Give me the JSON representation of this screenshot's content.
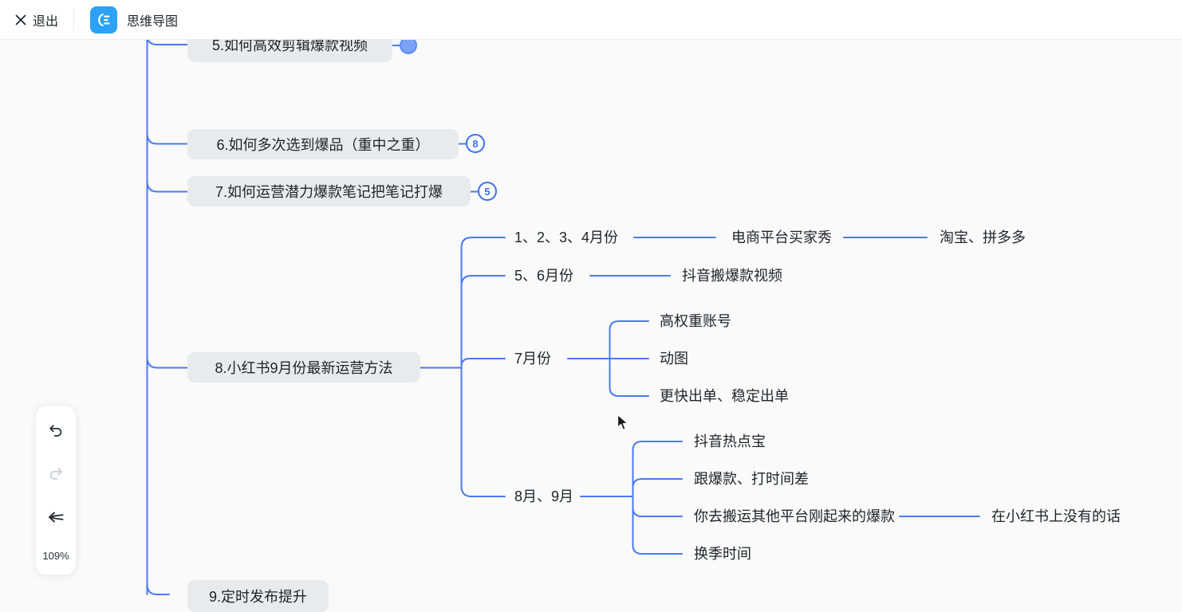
{
  "header": {
    "exit_label": "退出",
    "app_title": "思维导图"
  },
  "controls": {
    "zoom_level": "109%"
  },
  "colors": {
    "connector_blue": "#4a7af2",
    "badge_blue": "#3a6ef0",
    "app_icon_blue": "#2ba1f7",
    "node_bg_gray": "#e9eaec",
    "text_dark": "#1f2329"
  },
  "nodes": {
    "n5": {
      "label": "5.如何高效剪辑爆款视频"
    },
    "n6": {
      "label": "6.如何多次选到爆品（重中之重）",
      "badge": "8"
    },
    "n7": {
      "label": "7.如何运营潜力爆款笔记把笔记打爆",
      "badge": "5"
    },
    "n8": {
      "label": "8.小红书9月份最新运营方法"
    },
    "n9": {
      "label": "9.定时发布提升"
    },
    "months1234": {
      "label": "1、2、3、4月份"
    },
    "buyer_show": {
      "label": "电商平台买家秀"
    },
    "taobao_pdd": {
      "label": "淘宝、拼多多"
    },
    "months56": {
      "label": "5、6月份"
    },
    "douyin_move_video": {
      "label": "抖音搬爆款视频"
    },
    "month7": {
      "label": "7月份"
    },
    "high_weight_account": {
      "label": "高权重账号"
    },
    "gif": {
      "label": "动图"
    },
    "faster_orders": {
      "label": "更快出单、稳定出单"
    },
    "months89": {
      "label": "8月、9月"
    },
    "douyin_hotspot": {
      "label": "抖音热点宝"
    },
    "follow_hot_timing": {
      "label": "跟爆款、打时间差"
    },
    "move_rising_hot": {
      "label": "你去搬运其他平台刚起来的爆款"
    },
    "not_on_xhs": {
      "label": "在小红书上没有的话"
    },
    "season_change": {
      "label": "换季时间"
    }
  }
}
